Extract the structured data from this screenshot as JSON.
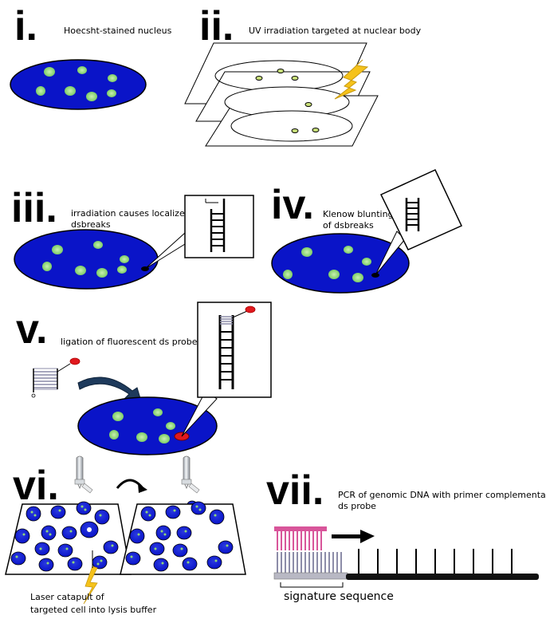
{
  "panels": {
    "i": {
      "numeral": "i.",
      "caption": "Hoecsht-stained nucleus"
    },
    "ii": {
      "numeral": "ii.",
      "caption": "UV irradiation targeted at nuclear body"
    },
    "iii": {
      "numeral": "iii.",
      "caption_line1": "irradiation causes localized",
      "caption_line2": "dsbreaks"
    },
    "iv": {
      "numeral": "iv.",
      "caption_line1": "Klenow blunting",
      "caption_line2": "of dsbreaks"
    },
    "v": {
      "numeral": "v.",
      "caption": "ligation of fluorescent ds probe"
    },
    "vi": {
      "numeral": "vi.",
      "caption_line1": "Laser catapult of",
      "caption_line2": "targeted cell into lysis buffer"
    },
    "vii": {
      "numeral": "vii.",
      "caption_line1": "PCR of genomic DNA with primer complementary to",
      "caption_line2": "ds probe",
      "signature_label": "signature sequence"
    }
  },
  "colors": {
    "nucleus": "#0a14c8",
    "nucleus_edge": "#000000",
    "nuclear_body": "#8fd67a",
    "probe_red": "#e0191e",
    "lightning": "#f5c21b",
    "primer_pink": "#d8559a",
    "probe_gray": "#8c8ca8"
  },
  "icons": [
    "lightning-bolt-icon",
    "curved-arrow-icon",
    "right-arrow-icon",
    "tube-icon",
    "dna-ladder-icon"
  ]
}
